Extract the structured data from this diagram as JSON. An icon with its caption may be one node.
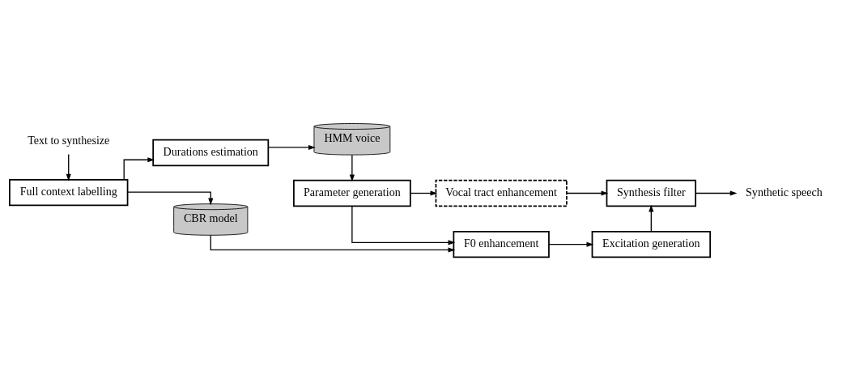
{
  "diagram": {
    "nodes": [
      {
        "text": [
          "Text to synthesize"
        ]
      },
      {
        "text": [
          "Full context labelling"
        ]
      },
      {
        "text": [
          "Durations estimation"
        ]
      },
      {
        "text": [
          "HMM voice"
        ]
      },
      {
        "text": [
          "Parameter generation"
        ]
      },
      {
        "text": [
          "Vocal tract enhancement"
        ]
      },
      {
        "text": [
          "Synthesis filter"
        ]
      },
      {
        "text": [
          "Synthetic speech"
        ]
      },
      {
        "text": [
          "CBR model"
        ]
      },
      {
        "text": [
          "F0 enhancement"
        ]
      },
      {
        "text": [
          "Excitation generation"
        ]
      }
    ],
    "edges": [
      {
        "from": 0,
        "to": 1,
        "arrow": "to"
      },
      {
        "from": 1,
        "to": 2,
        "arrow": "to"
      },
      {
        "from": 2,
        "to": 3,
        "arrow": "to"
      },
      {
        "from": 3,
        "to": 4,
        "arrow": "to"
      },
      {
        "from": 4,
        "to": 5,
        "arrow": "to"
      },
      {
        "from": 5,
        "to": 6,
        "arrow": "to"
      },
      {
        "from": 6,
        "to": 7,
        "arrow": "to"
      },
      {
        "from": 4,
        "to": 9,
        "arrow": "to"
      },
      {
        "from": 1,
        "to": 8,
        "arrow": "to"
      },
      {
        "from": 8,
        "to": 9,
        "arrow": "to"
      },
      {
        "from": 9,
        "to": 10,
        "arrow": "to"
      },
      {
        "from": 10,
        "to": 6,
        "arrow": "to"
      }
    ]
  }
}
